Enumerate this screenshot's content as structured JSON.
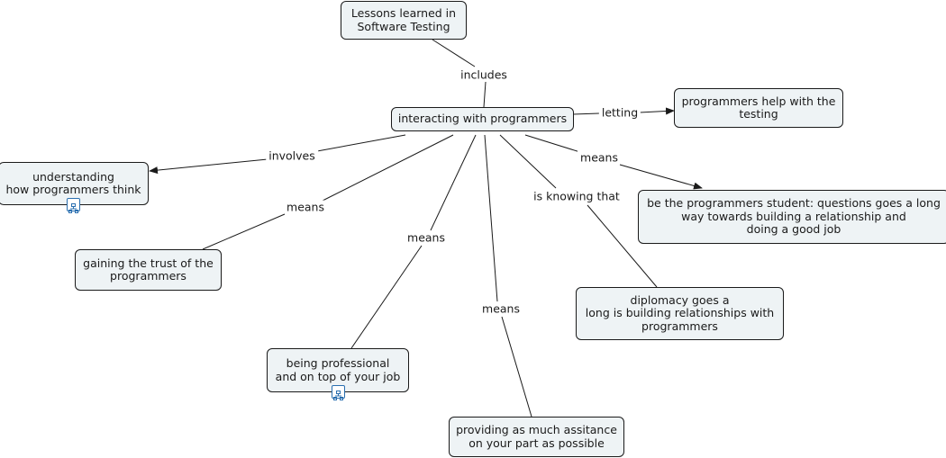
{
  "concept_map": {
    "nodes": {
      "root": {
        "lines": [
          "Lessons learned in",
          "Software Testing"
        ]
      },
      "center": {
        "lines": [
          "interacting with programmers"
        ]
      },
      "help_testing": {
        "lines": [
          "programmers help with the",
          "testing"
        ]
      },
      "understanding": {
        "lines": [
          "understanding",
          "how programmers think"
        ],
        "icon": "concept-map-icon"
      },
      "student": {
        "lines": [
          "be the programmers student: questions goes a long",
          "way towards building a relationship and",
          "doing a good job"
        ]
      },
      "trust": {
        "lines": [
          "gaining the trust of the",
          "programmers"
        ]
      },
      "diplomacy": {
        "lines": [
          "diplomacy goes a",
          "long is building relationships with",
          "programmers"
        ]
      },
      "professional": {
        "lines": [
          "being professional",
          "and on top of your job"
        ],
        "icon": "concept-map-icon"
      },
      "assistance": {
        "lines": [
          "providing as much assitance",
          "on your part as possible"
        ]
      }
    },
    "links": {
      "includes": "includes",
      "letting": "letting",
      "involves": "involves",
      "means_student": "means",
      "means_trust": "means",
      "is_knowing": "is knowing that",
      "means_professional": "means",
      "means_assistance": "means"
    },
    "colors": {
      "node_fill": "#eef3f5",
      "line": "#1a1a1a",
      "icon": "#2a6fb0"
    }
  }
}
